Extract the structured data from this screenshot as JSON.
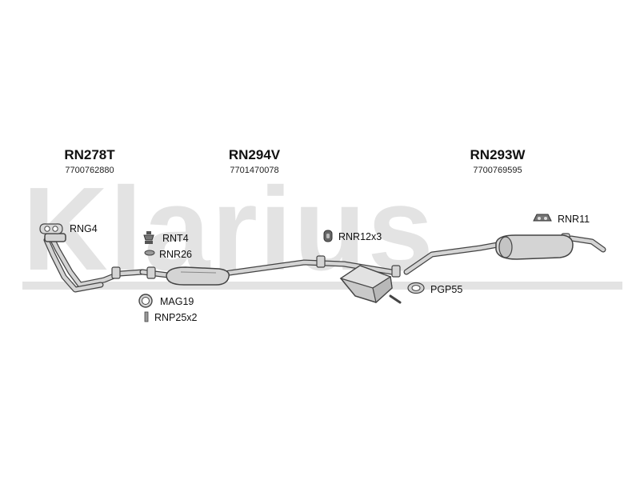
{
  "watermark": {
    "text": "Klarius"
  },
  "sections": [
    {
      "code": "RN278T",
      "oem": "7700762880"
    },
    {
      "code": "RN294V",
      "oem": "7701470078"
    },
    {
      "code": "RN293W",
      "oem": "7700769595"
    }
  ],
  "parts": {
    "rng4": "RNG4",
    "rnt4": "RNT4",
    "rnr26": "RNR26",
    "rnr12x3": "RNR12x3",
    "rnr11": "RNR11",
    "pgp55": "PGP55",
    "mag19": "MAG19",
    "rnp25x2": "RNP25x2"
  },
  "colors": {
    "part_fill": "#d4d4d4",
    "outline": "#444444",
    "watermark": "#e3e3e3"
  }
}
